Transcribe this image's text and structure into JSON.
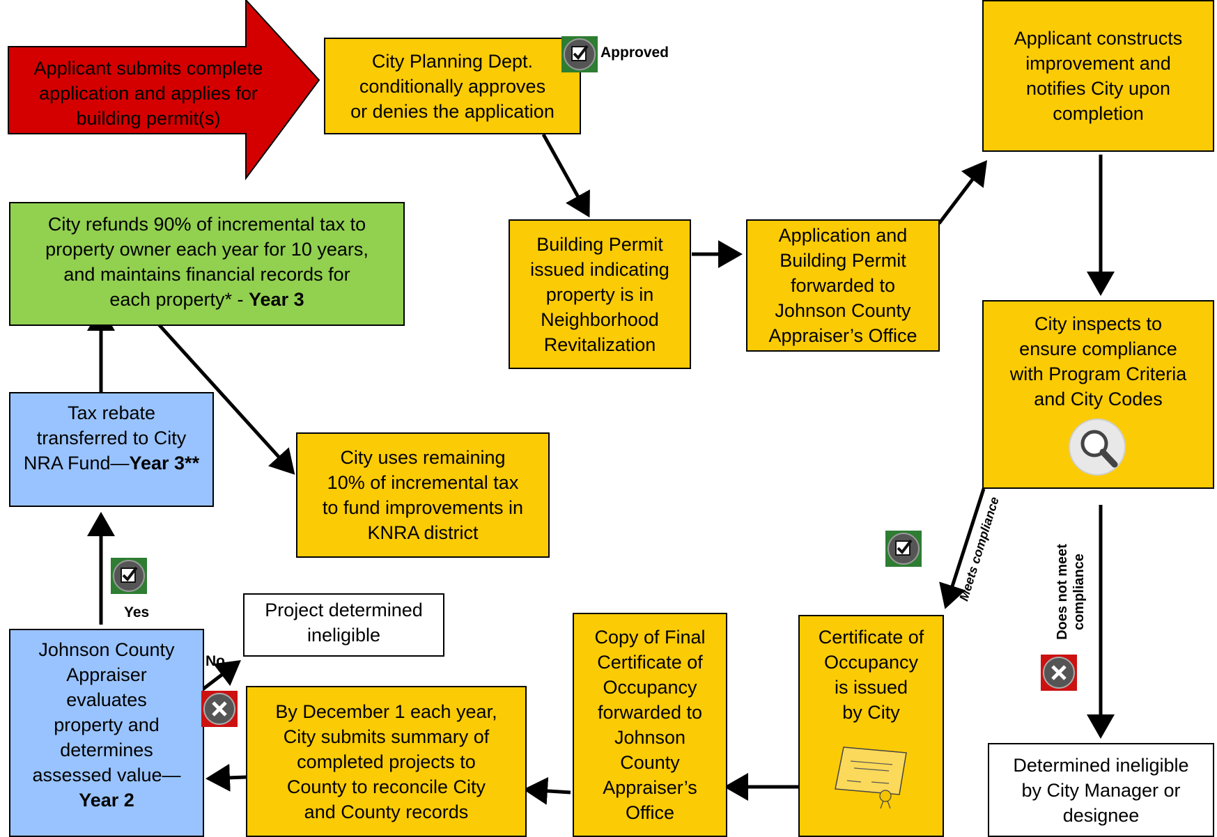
{
  "nodes": {
    "submit": "Applicant submits complete\napplication and applies for\nbuilding permit(s)",
    "planning": "City  Planning Dept.\nconditionally approves\nor denies the application",
    "approved_label": "Approved",
    "permit": "Building Permit\nissued indicating\nproperty is in\nNeighborhood\nRevitalization",
    "forwarded": "Application and\nBuilding Permit\nforwarded to\nJohnson County\nAppraiser’s Office",
    "constructs": "Applicant constructs\nimprovement and\nnotifies City upon\ncompletion",
    "inspects": "City inspects to\nensure compliance\nwith Program Criteria\nand City Codes",
    "refunds_text": "City refunds 90% of incremental tax to\nproperty owner each year for 10 years,\nand maintains financial records for\neach property* - ",
    "refunds_bold": "Year 3",
    "rebate_text": "Tax rebate\ntransferred to City\nNRA Fund—",
    "rebate_bold": "Year 3**",
    "remaining": "City uses remaining\n10% of incremental tax\nto fund improvements in\nKNRA district",
    "project_ineligible": "Project determined\nineligible",
    "appraiser_text": "Johnson County\nAppraiser\nevaluates\nproperty and\ndetermines\nassessed value—",
    "appraiser_bold": "Year 2",
    "december": "By December 1 each year,\nCity submits summary of\ncompleted projects to\nCounty to reconcile City\nand County records",
    "copy_final": "Copy of Final\nCertificate of\nOccupancy\nforwarded to\nJohnson\nCounty\nAppraiser’s\nOffice",
    "certificate": "Certificate of\nOccupancy\nis issued\nby City",
    "determined_ineligible": "Determined ineligible\nby City Manager or\ndesignee"
  },
  "labels": {
    "yes": "Yes",
    "no": "No",
    "meets_compliance": "Meets compliance",
    "does_not_meet": "Does not meet\ncompliance"
  },
  "icons": [
    "checkbox-icon",
    "cancel-icon",
    "magnifier-icon",
    "certificate-icon"
  ],
  "colors": {
    "red": "#d40000",
    "yellow": "#fbcb05",
    "green": "#92d050",
    "blue": "#99c3ff",
    "icon_check_bg": "#2e7d32",
    "icon_cancel_bg": "#cc1111"
  }
}
